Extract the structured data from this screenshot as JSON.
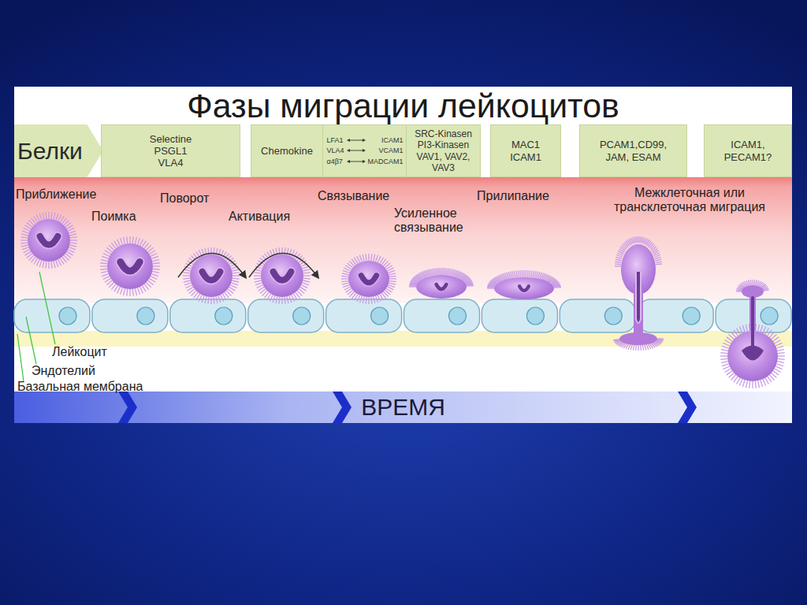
{
  "diagram": {
    "title": "Фазы миграции лейкоцитов",
    "nodes": [
      {
        "text": [
          "Белки"
        ]
      },
      {
        "text": [
          "Selectine",
          "PSGL1",
          "VLA4"
        ]
      },
      {
        "text": [
          "Chemokine"
        ]
      },
      {
        "text": [
          "LFA1",
          "ICAM1",
          "VLA4",
          "VCAM1",
          "α4β7",
          "MADCAM1"
        ]
      },
      {
        "text": [
          "SRC-Kinasen",
          "PI3-Kinasen",
          "VAV1, VAV2,",
          "VAV3"
        ]
      },
      {
        "text": [
          "MAC1",
          "ICAM1"
        ]
      },
      {
        "text": [
          "PCAM1,CD99,",
          "JAM, ESAM"
        ]
      },
      {
        "text": [
          "ICAM1,",
          "PECAM1?"
        ]
      },
      {
        "text": [
          "ВРЕМЯ"
        ]
      }
    ],
    "labels": [
      "Приближение",
      "Поимка",
      "Поворот",
      "Активация",
      "Связывание",
      "Усиленное связывание",
      "Прилипание",
      "Межклеточная или трансклеточная миграция",
      "Лейкоцит",
      "Эндотелий",
      "Базальная мембрана"
    ]
  }
}
